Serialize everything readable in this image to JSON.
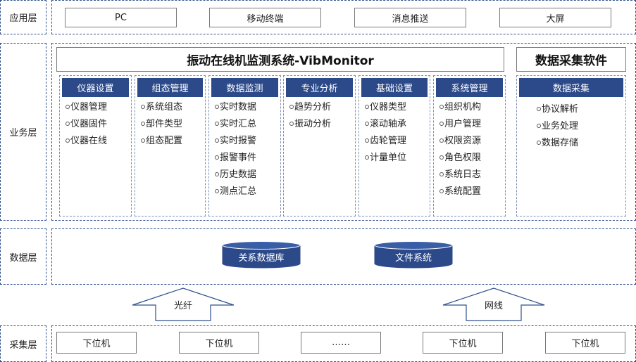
{
  "layers": {
    "app": "应用层",
    "business": "业务层",
    "data": "数据层",
    "collect": "采集层"
  },
  "app_items": [
    "PC",
    "移动终端",
    "消息推送",
    "大屏"
  ],
  "system_title": "振动在线机监测系统-VibMonitor",
  "software_title": "数据采集软件",
  "modules": [
    {
      "title": "仪器设置",
      "items": [
        "仪器管理",
        "仪器固件",
        "仪器在线"
      ]
    },
    {
      "title": "组态管理",
      "items": [
        "系统组态",
        "部件类型",
        "组态配置"
      ]
    },
    {
      "title": "数据监测",
      "items": [
        "实时数据",
        "实时汇总",
        "实时报警",
        "报警事件",
        "历史数据",
        "测点汇总"
      ]
    },
    {
      "title": "专业分析",
      "items": [
        "趋势分析",
        "振动分析"
      ]
    },
    {
      "title": "基础设置",
      "items": [
        "仪器类型",
        "滚动轴承",
        "齿轮管理",
        "计量单位"
      ]
    },
    {
      "title": "系统管理",
      "items": [
        "组织机构",
        "用户管理",
        "权限资源",
        "角色权限",
        "系统日志",
        "系统配置"
      ]
    }
  ],
  "collector": {
    "title": "数据采集",
    "items": [
      "协议解析",
      "业务处理",
      "数据存储"
    ]
  },
  "data_stores": [
    "关系数据库",
    "文件系统"
  ],
  "arrows": [
    "光纤",
    "网线"
  ],
  "devices": [
    "下位机",
    "下位机",
    "……",
    "下位机",
    "下位机"
  ],
  "colors": {
    "accent": "#2c4a8a",
    "border": "#2e4f8c"
  }
}
